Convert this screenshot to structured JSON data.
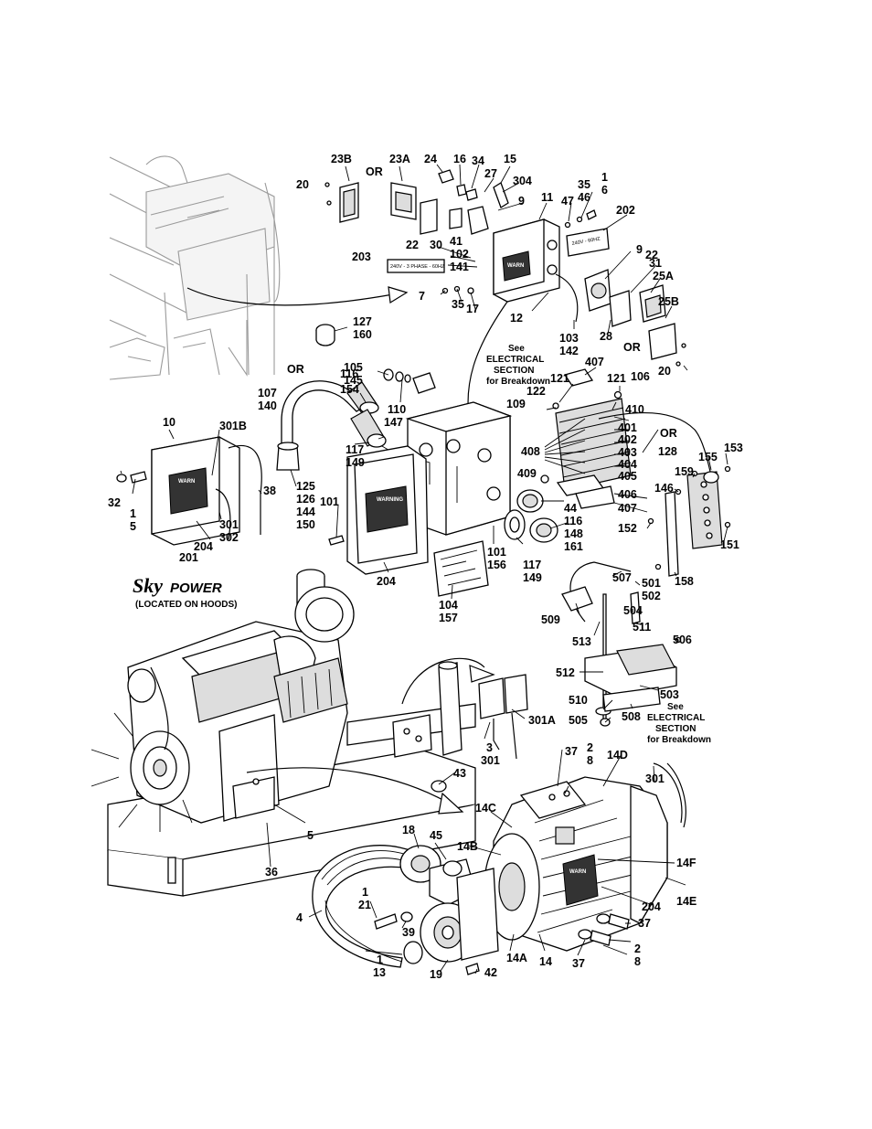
{
  "parts": {
    "p20a": "20",
    "p23B": "23B",
    "pOR1": "OR",
    "p23A": "23A",
    "p24": "24",
    "p16": "16",
    "p34": "34",
    "p27": "27",
    "p15": "15",
    "p304": "304",
    "p9a": "9",
    "p11": "11",
    "p47": "47",
    "p35a": "35",
    "p46": "46",
    "p1a": "1",
    "p6": "6",
    "p202": "202",
    "p22a": "22",
    "p30": "30",
    "p41": "41",
    "p102": "102",
    "p141": "141",
    "p203": "203",
    "p7": "7",
    "p35b": "35",
    "p17": "17",
    "p12": "12",
    "p9b": "9",
    "p31": "31",
    "p22b": "22",
    "p25A": "25A",
    "p28": "28",
    "p25B": "25B",
    "p103": "103",
    "p142": "142",
    "pOR2": "OR",
    "p20b": "20",
    "p127": "127",
    "p160": "160",
    "pOR3": "OR",
    "p105": "105",
    "p145": "145",
    "p116a": "116",
    "p154": "154",
    "p110": "110",
    "p147": "147",
    "p107": "107",
    "p140": "140",
    "p407a": "407",
    "p121a": "121",
    "p121b": "121",
    "p106": "106",
    "p122": "122",
    "p109": "109",
    "p410": "410",
    "p401": "401",
    "p402": "402",
    "p403": "403",
    "p404": "404",
    "p405": "405",
    "p408": "408",
    "pOR4": "OR",
    "p128": "128",
    "p155": "155",
    "p153": "153",
    "p10": "10",
    "p301B": "301B",
    "p117a": "117",
    "p149a": "149",
    "p38": "38",
    "p409": "409",
    "p159": "159",
    "p146": "146",
    "p406": "406",
    "p407b": "407",
    "p32": "32",
    "p1b": "1",
    "p5a": "5",
    "p125": "125",
    "p126": "126",
    "p144": "144",
    "p150": "150",
    "p101a": "101",
    "p44": "44",
    "p116b": "116",
    "p148": "148",
    "p161": "161",
    "p152": "152",
    "p151": "151",
    "p301a": "301",
    "p302": "302",
    "p204a": "204",
    "p101b": "101",
    "p156": "156",
    "p117b": "117",
    "p149b": "149",
    "p158": "158",
    "p201": "201",
    "p204b": "204",
    "p507": "507",
    "p501": "501",
    "p502": "502",
    "p104": "104",
    "p157": "157",
    "p509": "509",
    "p504": "504",
    "p511": "511",
    "p513": "513",
    "p506": "506",
    "p512": "512",
    "p503": "503",
    "p510": "510",
    "p505": "505",
    "p508": "508",
    "p301A": "301A",
    "p3": "3",
    "p301b": "301",
    "p37a": "37",
    "p2a": "2",
    "p8a": "8",
    "p14D": "14D",
    "p301c": "301",
    "p43": "43",
    "p5b": "5",
    "p14C": "14C",
    "p18": "18",
    "p45": "45",
    "p14B": "14B",
    "p36": "36",
    "p14F": "14F",
    "p1c": "1",
    "p21": "21",
    "p4": "4",
    "p14E": "14E",
    "p204c": "204",
    "p39": "39",
    "p37b": "37",
    "p2b": "2",
    "p8b": "8",
    "p14A": "14A",
    "p14": "14",
    "p37c": "37",
    "p1d": "1",
    "p13": "13",
    "p19": "19",
    "p42": "42"
  },
  "notes": {
    "see_top": [
      "See",
      "ELECTRICAL",
      "SECTION",
      "for Breakdown"
    ],
    "see_bottom": [
      "See",
      "ELECTRICAL",
      "SECTION",
      "for Breakdown"
    ],
    "located": "(LOCATED ON HOODS)",
    "brand_sky": "Sky",
    "brand_power": "POWER",
    "tag_203": "240V - 3 PHASE - 60HZ",
    "tag_202": "240V - 60HZ",
    "warning": "WARNING"
  }
}
